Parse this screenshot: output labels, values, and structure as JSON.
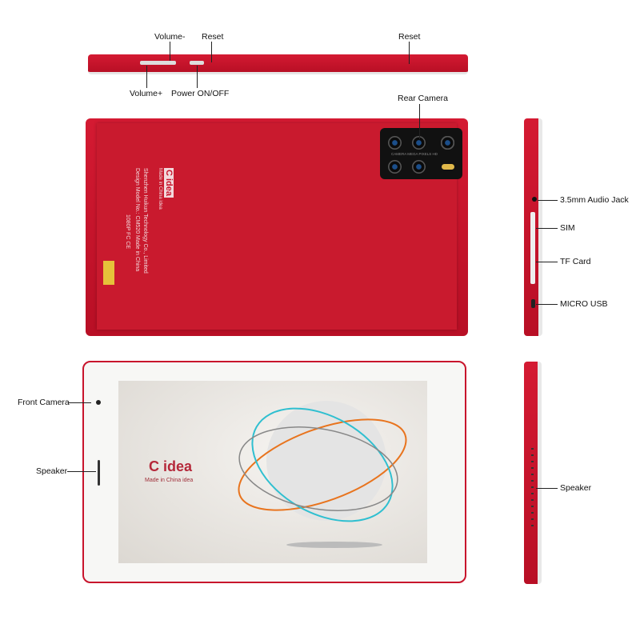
{
  "labels": {
    "volume_minus": "Volume-",
    "reset_left": "Reset",
    "reset_right": "Reset",
    "volume_plus": "Volume+",
    "power": "Power ON/OFF",
    "rear_camera": "Rear Camera",
    "audio_jack": "3.5mm Audio Jack",
    "sim": "SIM",
    "tf_card": "TF Card",
    "micro_usb": "MICRO USB",
    "front_camera": "Front Camera",
    "speaker_front": "Speaker",
    "speaker_side": "Speaker"
  },
  "back": {
    "brand": "C idea",
    "made_for": "Made in China idea",
    "company": "Shenzhen Huikun Technology Co., Limited",
    "model": "Design Model No.: CM520    Made in China",
    "marks": "1080P  FC  CE",
    "camera_text": "CAMERA  MEGA  PIXELS  HD"
  },
  "screen": {
    "brand": "C idea",
    "tagline": "Made in China idea"
  },
  "colors": {
    "body": "#c8142c",
    "bezel": "#f7f7f5",
    "camera_module": "#111111"
  }
}
